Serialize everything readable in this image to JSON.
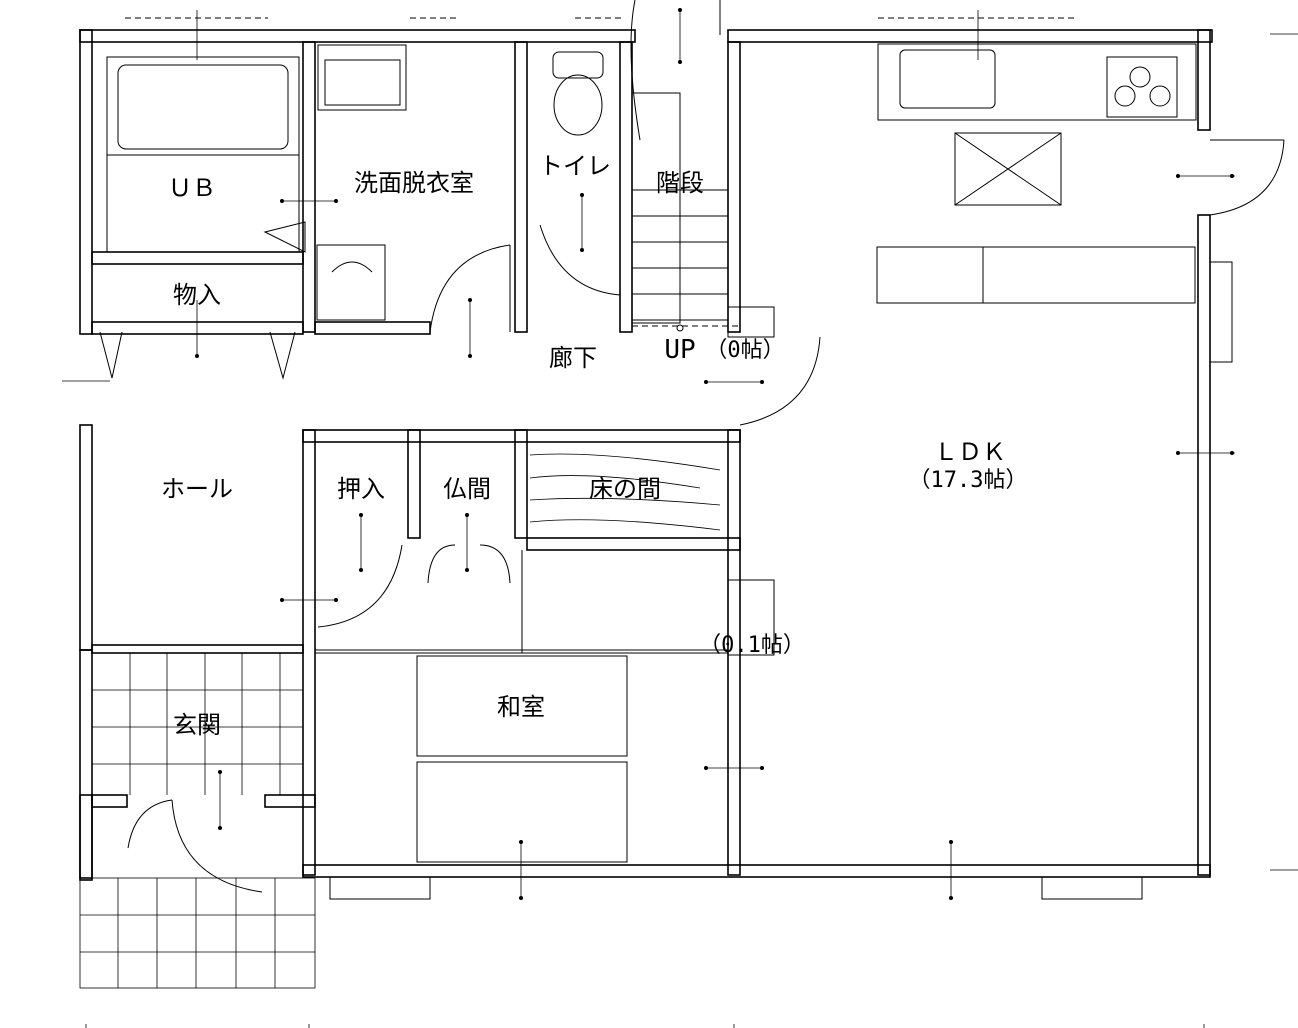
{
  "rooms": {
    "ub": "ＵＢ",
    "senmen": "洗面脱衣室",
    "toilet": "トイレ",
    "kaidan": "階段",
    "monoire": "物入",
    "rouka": "廊下",
    "up": "UP",
    "stair_area": "（0帖）",
    "hall": "ホール",
    "oshiire": "押入",
    "butsuma": "仏間",
    "tokonoma": "床の間",
    "ldk": "ＬＤＫ",
    "ldk_area": "（17.3帖）",
    "small_area": "（0.1帖）",
    "washitsu": "和室",
    "genkan": "玄関"
  }
}
